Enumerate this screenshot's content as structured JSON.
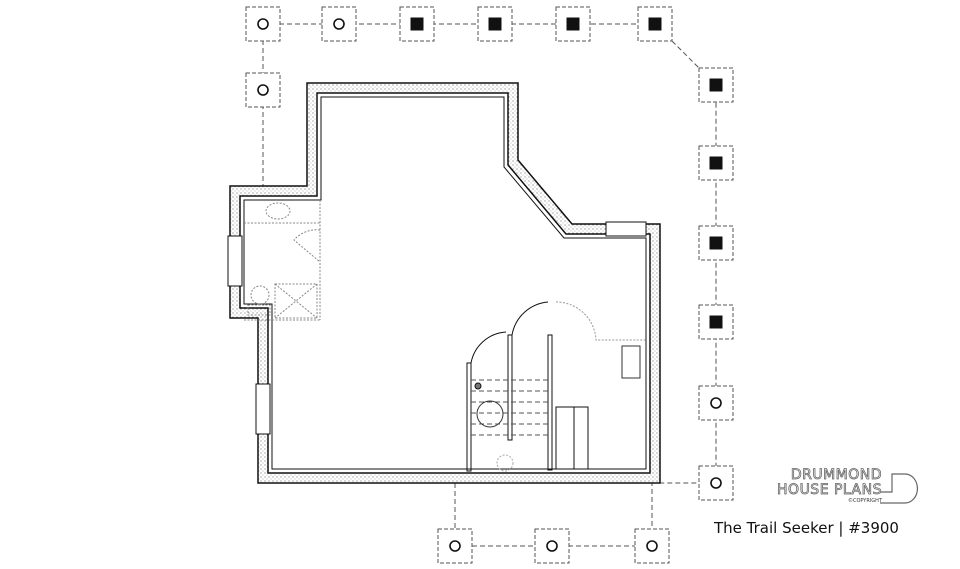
{
  "plan": {
    "title": "The Trail Seeker  |  #3900",
    "logo": {
      "line1": "DRUMMOND",
      "line2": "HOUSE PLANS",
      "copyright": "©COPYRIGHT"
    }
  },
  "colors": {
    "line": "#111111",
    "dashed": "#555555",
    "hatch": "#888888"
  }
}
